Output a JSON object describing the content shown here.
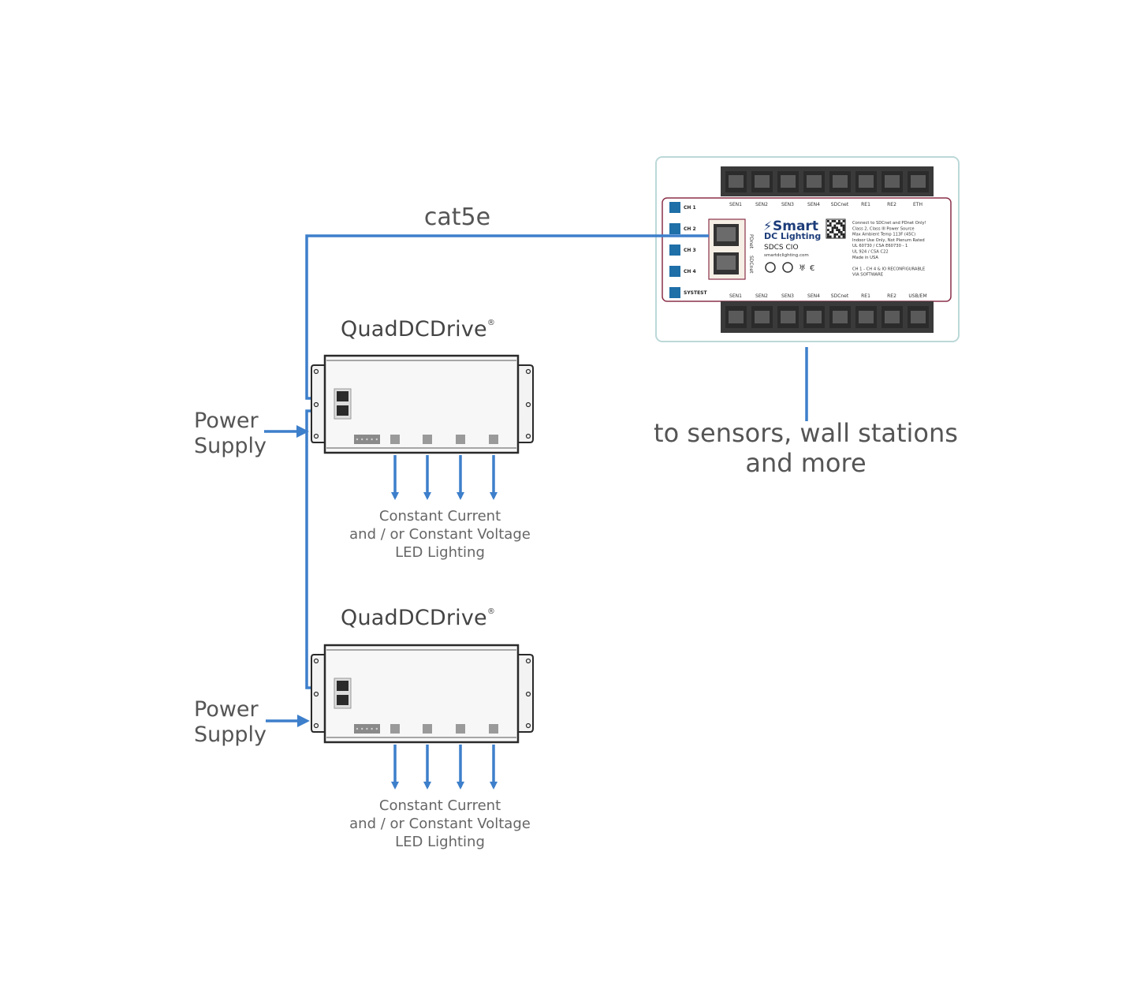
{
  "cable_label": "cat5e",
  "drivers": [
    {
      "brand": "QuadDCDrive",
      "brand_mark": "®",
      "power_lines": [
        "Power",
        "Supply"
      ],
      "output_lines": [
        "Constant Current",
        "and / or Constant Voltage",
        "LED Lighting"
      ]
    },
    {
      "brand": "QuadDCDrive",
      "brand_mark": "®",
      "power_lines": [
        "Power",
        "Supply"
      ],
      "output_lines": [
        "Constant Current",
        "and / or Constant Voltage",
        "LED Lighting"
      ]
    }
  ],
  "controller": {
    "channels": [
      "CH 1",
      "CH 2",
      "CH 3",
      "CH 4",
      "SYSTEST"
    ],
    "top_ports": [
      "SEN1",
      "SEN2",
      "SEN3",
      "SEN4",
      "SDCnet",
      "RE1",
      "RE2",
      "ETH"
    ],
    "bottom_ports": [
      "SEN1",
      "SEN2",
      "SEN3",
      "SEN4",
      "SDCnet",
      "RE1",
      "RE2",
      "USB/EM"
    ],
    "logo_main": "Smart",
    "logo_sub": "DC Lighting",
    "model": "SDCS CIO",
    "website": "smartdclighting.com",
    "port_labels": [
      "PDnet",
      "SDCnet"
    ],
    "spec_lines": [
      "Connect to SDCnet and PDnet Only!",
      "Class 2, Class III Power Source",
      "Max Ambient Temp 113F (45C)",
      "Indoor Use Only, Not Plenum Rated",
      "UL 60730 / CSA E60730 - 1",
      "UL 924 / CSA C22",
      "Made in USA",
      "",
      "CH 1 - CH 4 & IO RECONFIGURABLE",
      "VIA SOFTWARE"
    ]
  },
  "sensors_lines": [
    "to sensors, wall stations",
    "and more"
  ],
  "colors": {
    "wire": "#3d7fcb",
    "text": "#555555",
    "device": "#f4f4f4",
    "device_outline": "#2a2a2a",
    "controller_frame": "#bcd8d8",
    "channel_button": "#1f6fa8"
  }
}
